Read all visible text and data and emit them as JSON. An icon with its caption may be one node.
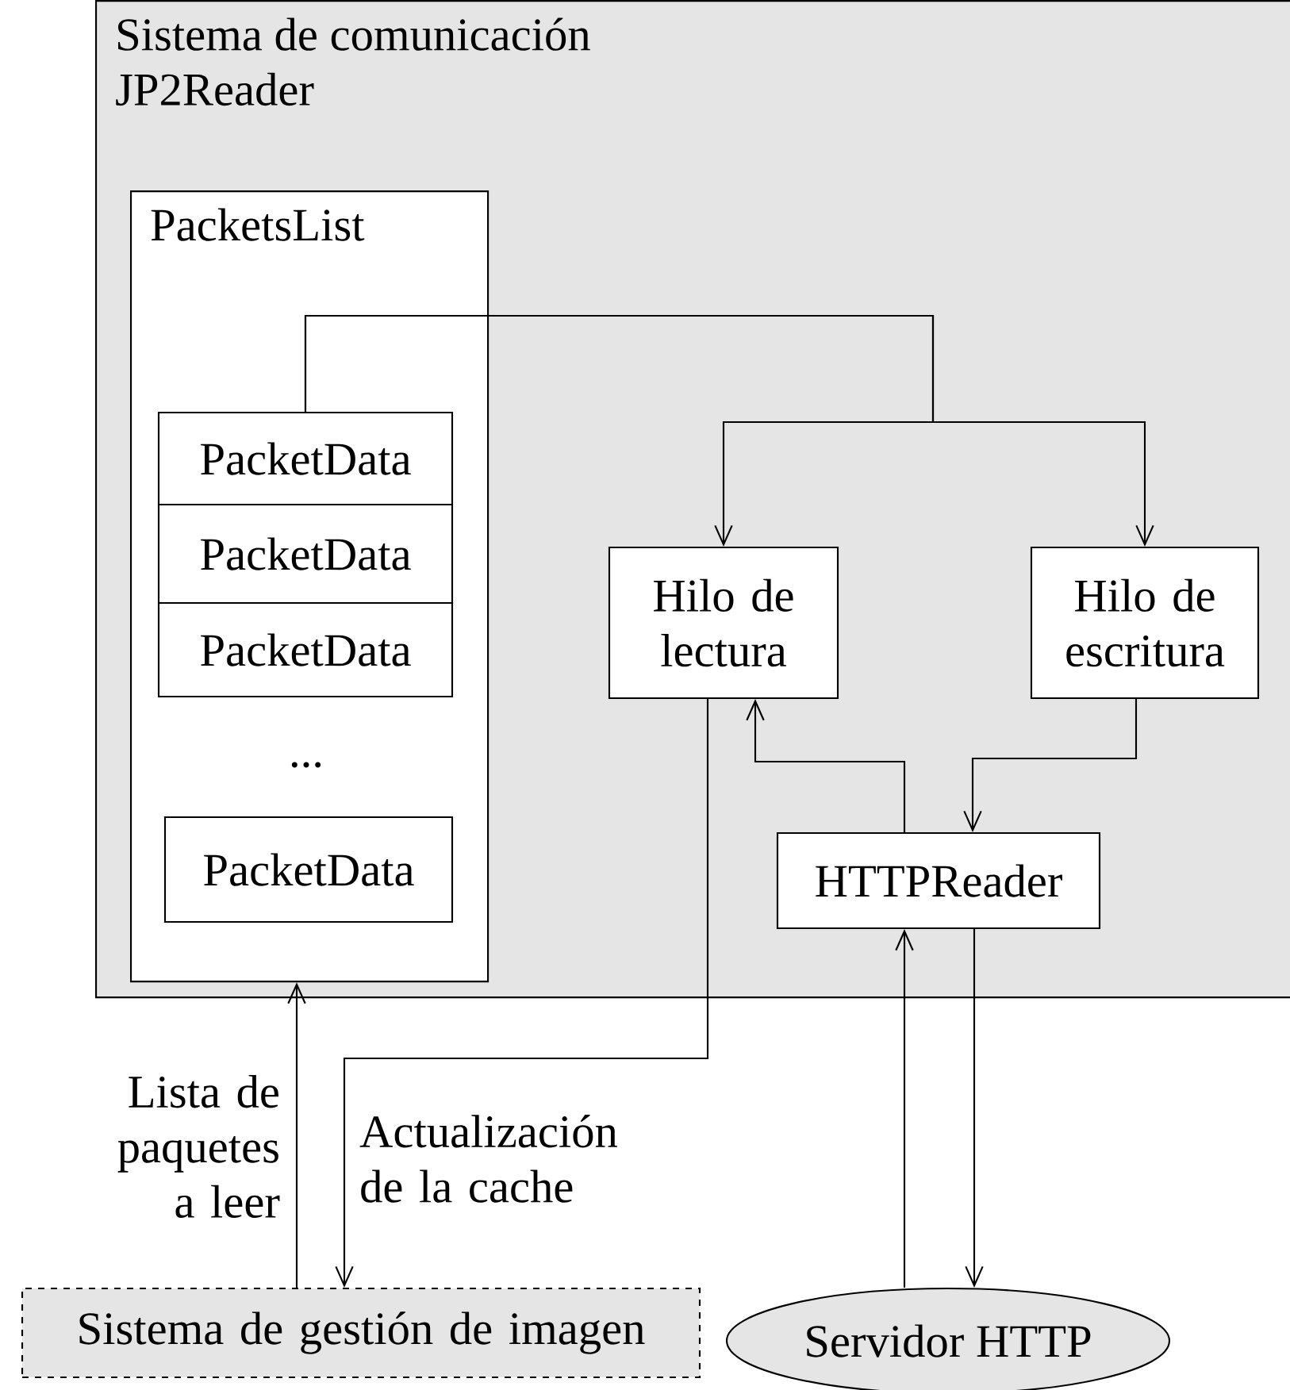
{
  "diagram": {
    "nodes": [
      {
        "text": [
          "Sistema de comunicación JP2Reader"
        ]
      },
      {
        "text": [
          "PacketsList"
        ],
        "in": 0
      },
      {
        "text": [
          "PacketData"
        ],
        "in": 1
      },
      {
        "text": [
          "PacketData"
        ],
        "in": 1
      },
      {
        "text": [
          "PacketData"
        ],
        "in": 1
      },
      {
        "text": [
          "PacketData"
        ],
        "in": 1
      },
      {
        "text": [
          "Hilo de lectura"
        ],
        "in": 0
      },
      {
        "text": [
          "Hilo de escritura"
        ],
        "in": 0
      },
      {
        "text": [
          "HTTPReader"
        ],
        "in": 0
      },
      {
        "text": [
          "Sistema de gestión de imagen"
        ]
      },
      {
        "text": [
          "Servidor HTTP"
        ]
      }
    ],
    "edges": [
      {
        "from": 2,
        "to": 6,
        "arrow": "to"
      },
      {
        "from": 2,
        "to": 7,
        "arrow": "to"
      },
      {
        "from": 8,
        "to": 6,
        "arrow": "to"
      },
      {
        "from": 7,
        "to": 8,
        "arrow": "to"
      },
      {
        "from": 6,
        "to": 9,
        "label": "Actualización de la cache",
        "arrow": "to"
      },
      {
        "from": 9,
        "to": 1,
        "label": "Lista de paquetes a leer",
        "arrow": "to"
      },
      {
        "from": 10,
        "to": 8,
        "arrow": "to"
      },
      {
        "from": 8,
        "to": 10,
        "arrow": "to"
      }
    ],
    "labels": [
      "..."
    ]
  }
}
